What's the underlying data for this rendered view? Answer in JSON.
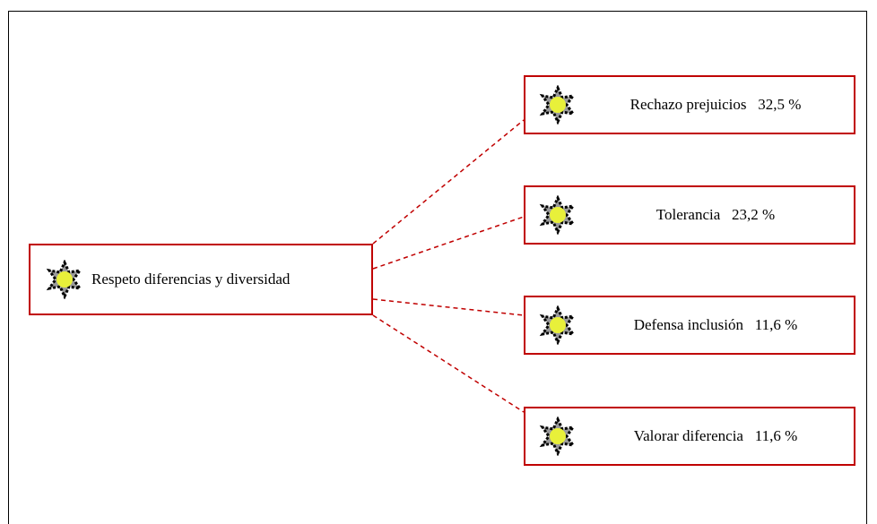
{
  "root": {
    "label": "Respeto diferencias y diversidad",
    "icon": "star-icon"
  },
  "children": [
    {
      "label": "Rechazo prejuicios   32,5 %",
      "icon": "star-icon"
    },
    {
      "label": "Tolerancia   23,2 %",
      "icon": "star-icon"
    },
    {
      "label": "Defensa inclusión   11,6 %",
      "icon": "star-icon"
    },
    {
      "label": "Valorar diferencia   11,6 %",
      "icon": "star-icon"
    }
  ],
  "colors": {
    "box_border": "#c00000",
    "connector": "#c00000",
    "icon_fill": "#e8f03a",
    "icon_outline": "#000000"
  }
}
